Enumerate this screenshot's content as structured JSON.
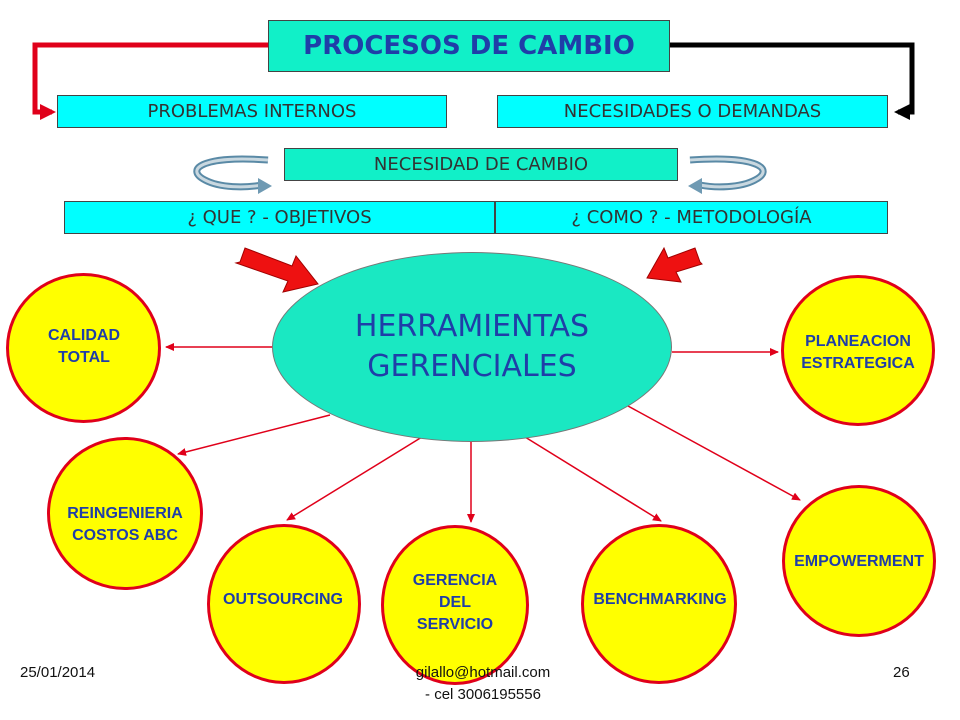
{
  "title": "PROCESOS DE CAMBIO",
  "boxes": {
    "problemas": "PROBLEMAS INTERNOS",
    "necesidades": "NECESIDADES O DEMANDAS",
    "necesidad_cambio": "NECESIDAD DE CAMBIO",
    "que": "¿ QUE ? - OBJETIVOS",
    "como": "¿ COMO ? - METODOLOGÍA"
  },
  "center": "HERRAMIENTAS\nGERENCIALES",
  "tools": {
    "calidad": "CALIDAD\nTOTAL",
    "planeacion": "PLANEACION\nESTRATEGICA",
    "reingenieria": "REINGENIERIA\nCOSTOS ABC",
    "empowerment": "EMPOWERMENT",
    "outsourcing": "OUTSOURCING",
    "gerencia": "GERENCIA\nDEL\nSERVICIO",
    "benchmarking": "BENCHMARKING"
  },
  "footer": {
    "date": "25/01/2014",
    "email": "gilallo@hotmail.com",
    "phone": "- cel 3006195556",
    "page": "26"
  },
  "colors": {
    "cyan_box": "#00ffff",
    "teal_box": "#11f0c8",
    "tool_fill": "#ffff00",
    "tool_border": "#e0001a",
    "text_blue": "#1f3ea8"
  }
}
